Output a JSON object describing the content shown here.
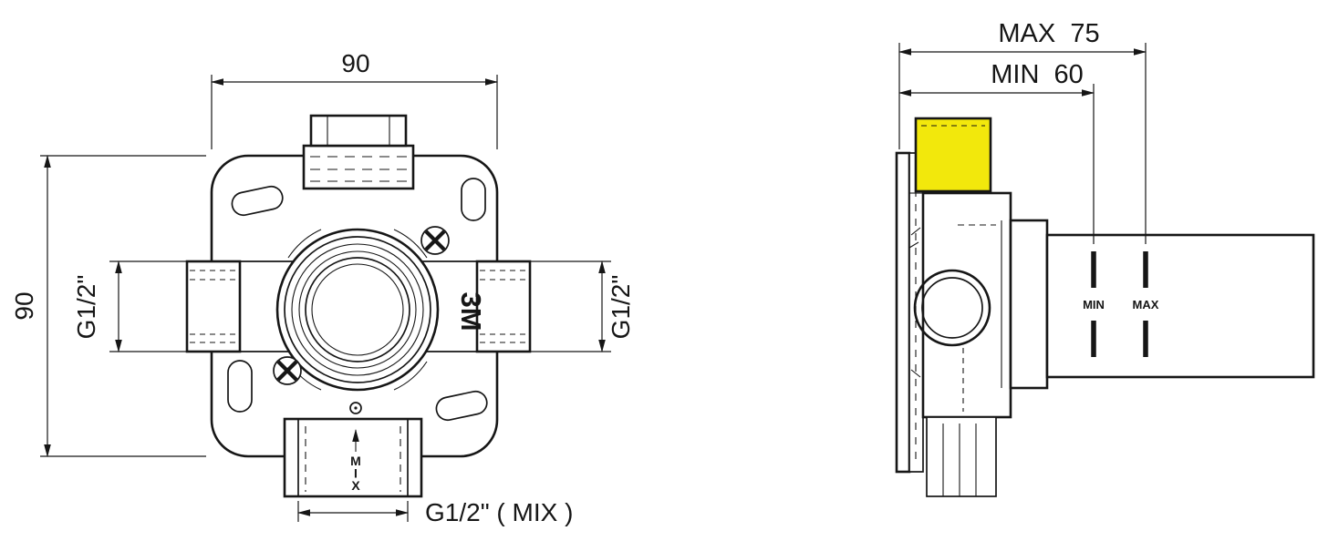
{
  "front_view": {
    "dim_width": "90",
    "dim_height": "90",
    "left_port_label": "G1/2\"",
    "right_port_label": "G1/2\"",
    "body_mark": "3M",
    "mix_flow_label": "MIX",
    "bottom_port_label": "G1/2\" ( MIX )"
  },
  "side_view": {
    "dim_max_depth": "MAX  75",
    "dim_min_depth": "MIN  60",
    "tick_min_label": "MIN",
    "tick_max_label": "MAX"
  },
  "colors": {
    "highlight": "#f2e80c",
    "line": "#161616"
  }
}
